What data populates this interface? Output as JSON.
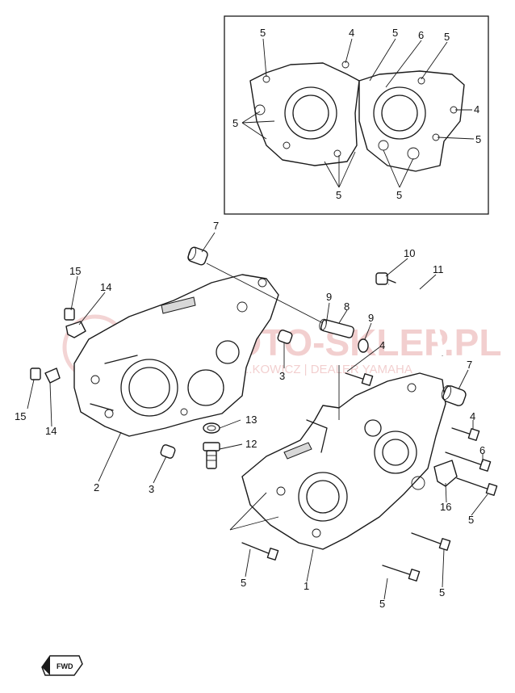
{
  "callouts": {
    "top_5a": "5",
    "top_4a": "4",
    "top_5b": "5",
    "top_6": "6",
    "top_5c": "5",
    "top_4b": "4",
    "top_5d": "5",
    "top_5left": "5",
    "top_5bl": "5",
    "top_5br": "5",
    "c7_left": "7",
    "c15_top": "15",
    "c14_top": "14",
    "c15_bot": "15",
    "c14_bot": "14",
    "c2": "2",
    "c3_mid": "3",
    "c3_low": "3",
    "c13": "13",
    "c12": "12",
    "c9_left": "9",
    "c8": "8",
    "c9_right": "9",
    "c10": "10",
    "c11": "11",
    "c4_upper": "4",
    "c7_right": "7",
    "c4_right": "4",
    "c6": "6",
    "c16": "16",
    "c5_r1": "5",
    "c5_left": "5",
    "c1": "1",
    "c5_bot": "5",
    "c5_r2": "5"
  },
  "watermark": {
    "brand": "MOTO-SKLEP.PL",
    "tagline": "...KOWICZ | DEALER YAMAHA"
  },
  "fwd_label": "FWD"
}
